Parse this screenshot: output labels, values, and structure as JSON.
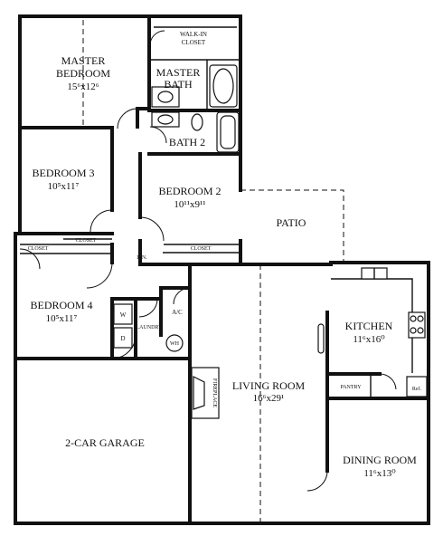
{
  "rooms": {
    "master_bedroom": {
      "name1": "MASTER",
      "name2": "BEDROOM",
      "dims": "15⁶x12⁶"
    },
    "walk_in_closet": {
      "name1": "WALK-IN",
      "name2": "CLOSET"
    },
    "master_bath": {
      "name1": "MASTER",
      "name2": "BATH"
    },
    "bath2": {
      "name": "BATH 2"
    },
    "bedroom3": {
      "name": "BEDROOM 3",
      "dims": "10⁵x11⁷"
    },
    "bedroom2": {
      "name": "BEDROOM 2",
      "dims": "10¹¹x9¹¹"
    },
    "bedroom4": {
      "name": "BEDROOM 4",
      "dims": "10⁵x11⁷"
    },
    "patio": {
      "name": "PATIO"
    },
    "kitchen": {
      "name": "KITCHEN",
      "dims": "11⁶x16⁰"
    },
    "living_room": {
      "name": "LIVING ROOM",
      "dims": "16⁶x29¹"
    },
    "dining_room": {
      "name": "DINING ROOM",
      "dims": "11⁶x13⁰"
    },
    "garage": {
      "name": "2-CAR GARAGE"
    }
  },
  "labels": {
    "closet_b3": "CLOSET",
    "closet_b4": "CLOSET",
    "closet_b2": "CLOSET",
    "linen": "LIN.",
    "laundry": "LAUNDRY",
    "washer": "W",
    "dryer": "D",
    "ac": "A/C",
    "water_heater": "WH",
    "fireplace": "FIREPLACE",
    "pantry": "PANTRY",
    "refrigerator": "Ref."
  }
}
